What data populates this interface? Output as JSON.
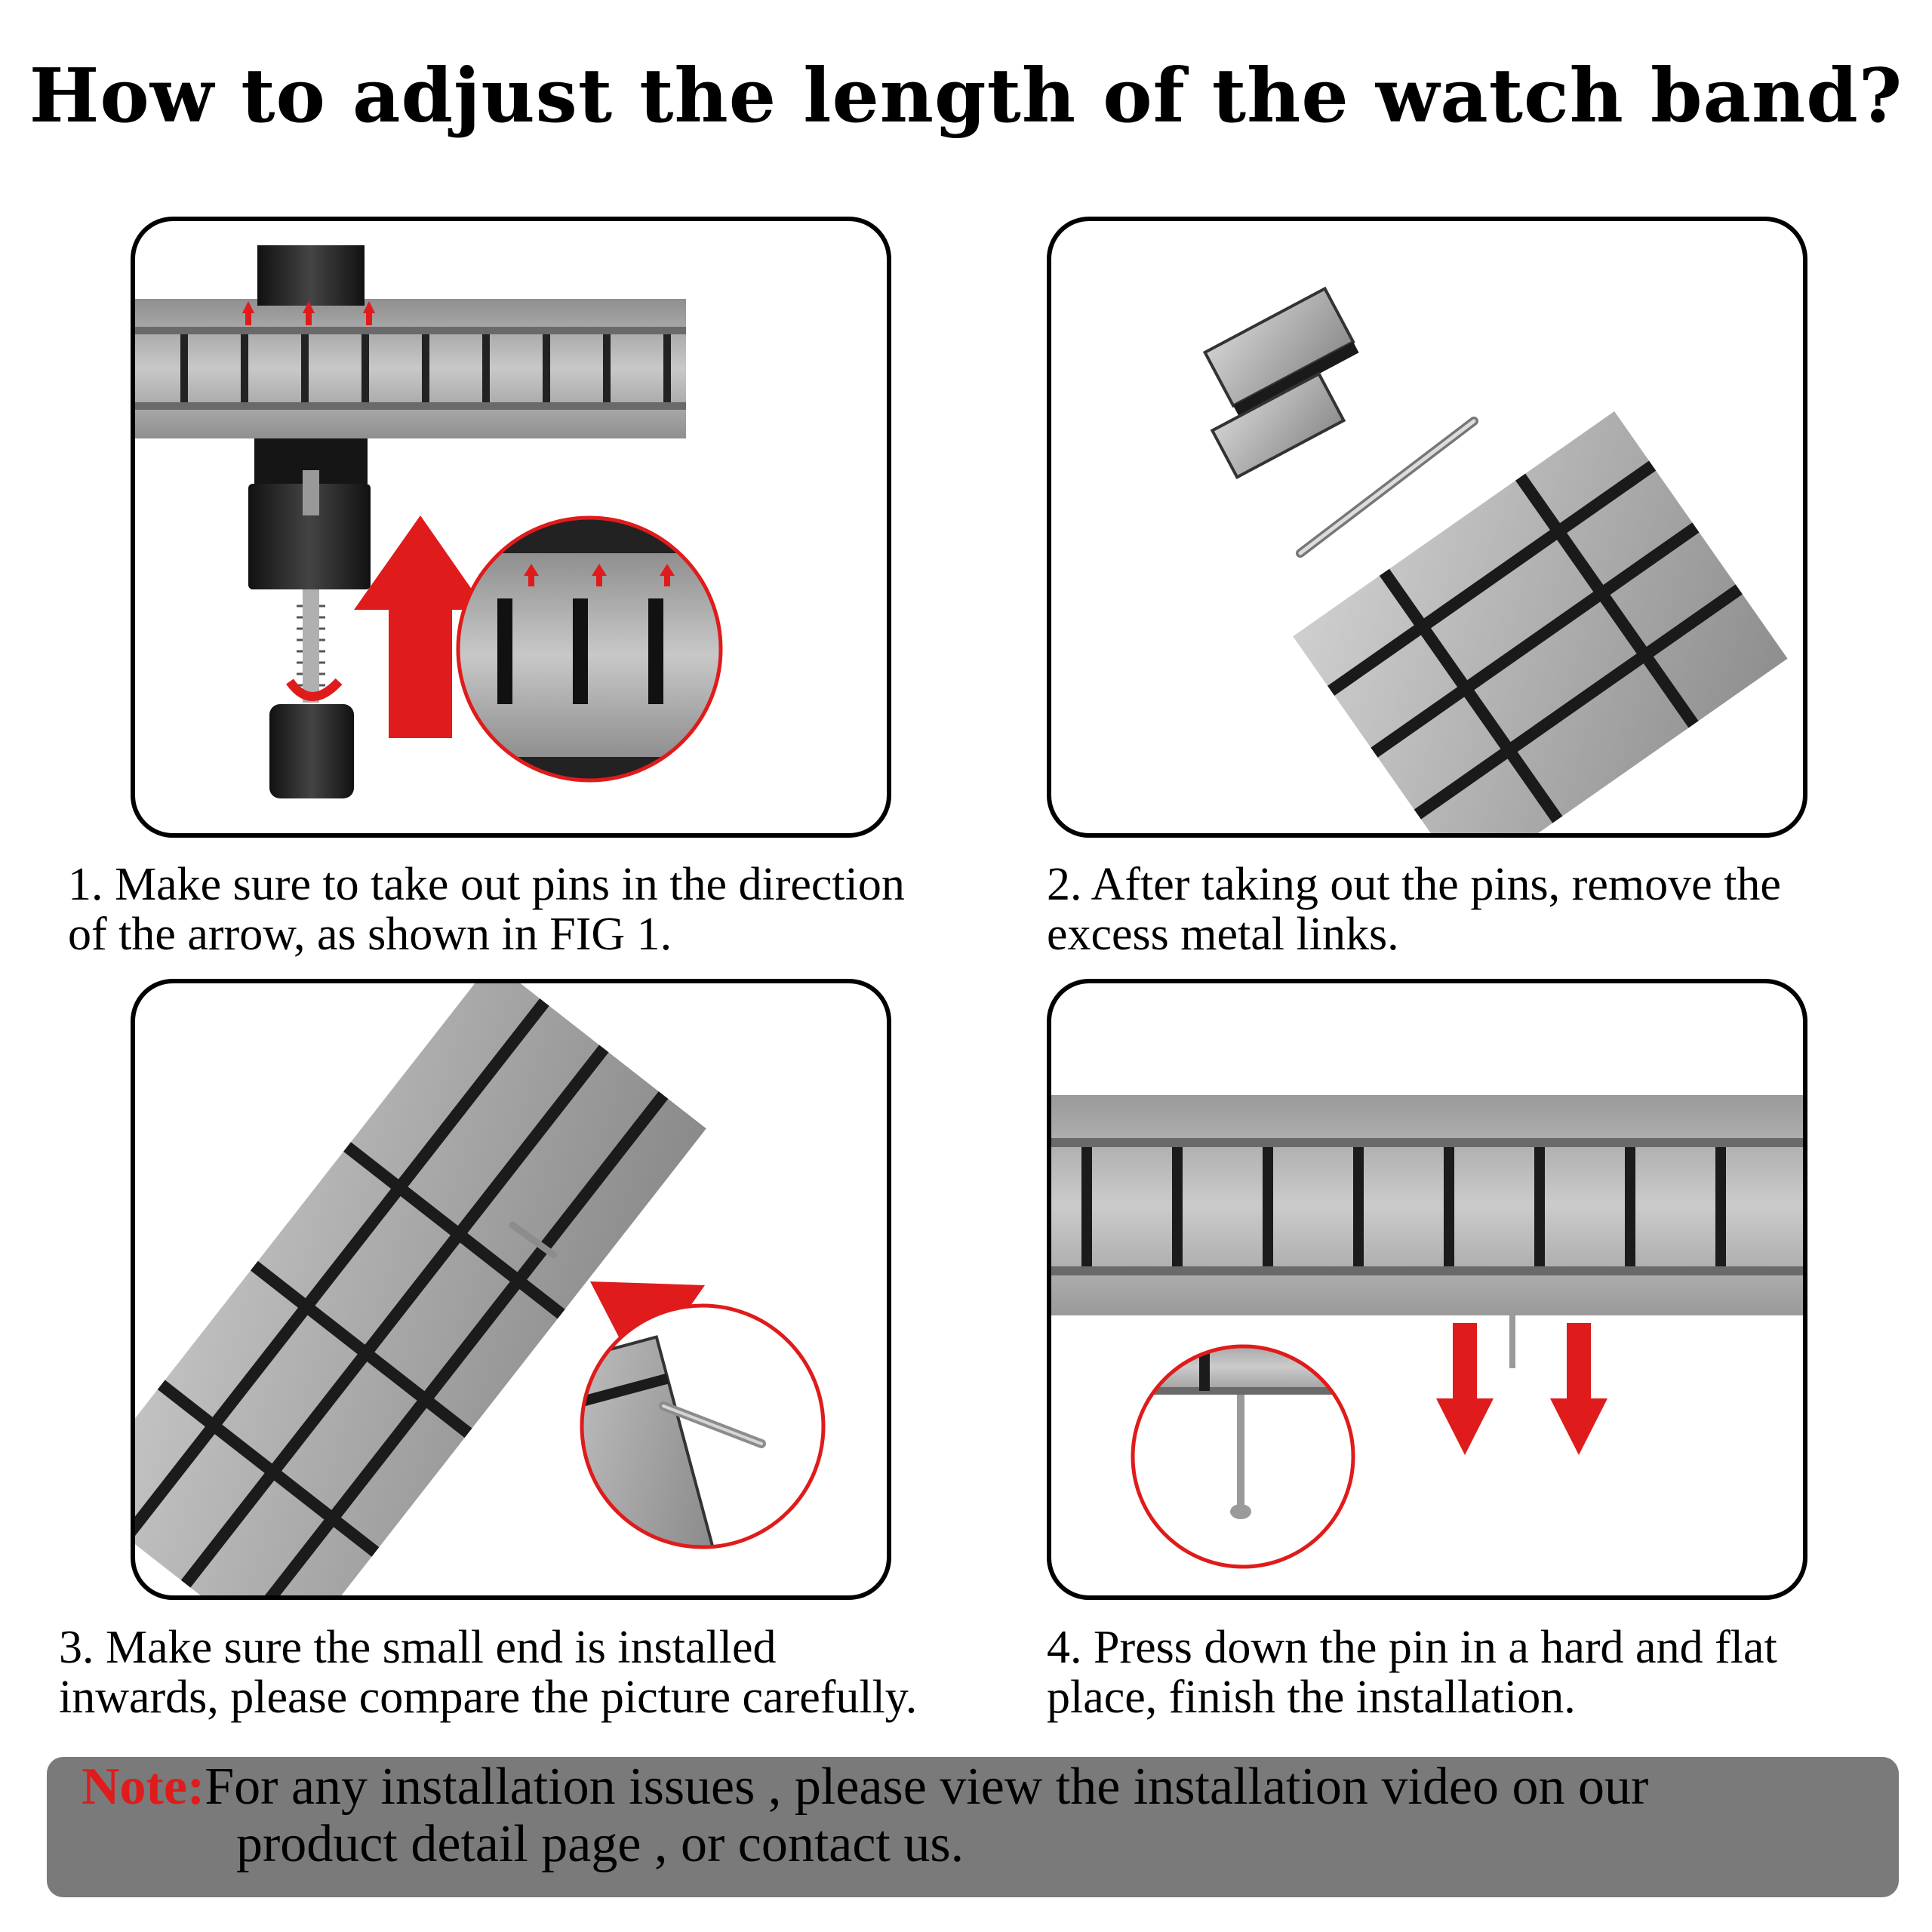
{
  "title": "How to adjust the length of the watch band?",
  "steps": [
    {
      "line1": "1. Make sure to take out pins in the direction",
      "line2": "of the arrow, as shown in FIG 1.",
      "image": "pin-removal-tool-on-band"
    },
    {
      "line1": "2. After taking out the pins, remove the",
      "line2": "excess metal links.",
      "image": "removed-link-and-pin"
    },
    {
      "line1": "3. Make sure the small end is installed",
      "line2": "inwards, please compare the picture carefully.",
      "image": "pin-insertion"
    },
    {
      "line1": "4. Press down the pin in a hard and flat",
      "line2": "place, finish the installation.",
      "image": "pin-press-down"
    }
  ],
  "note": {
    "label": "Note:",
    "line1": "For any installation issues , please view  the installation video on our",
    "line2": "product detail page , or contact us."
  },
  "colors": {
    "accent_red": "#e01b1b",
    "steel": "#a9a9a9",
    "steel_dark": "#3a3a3a",
    "note_bar": "#7a7a7a"
  }
}
